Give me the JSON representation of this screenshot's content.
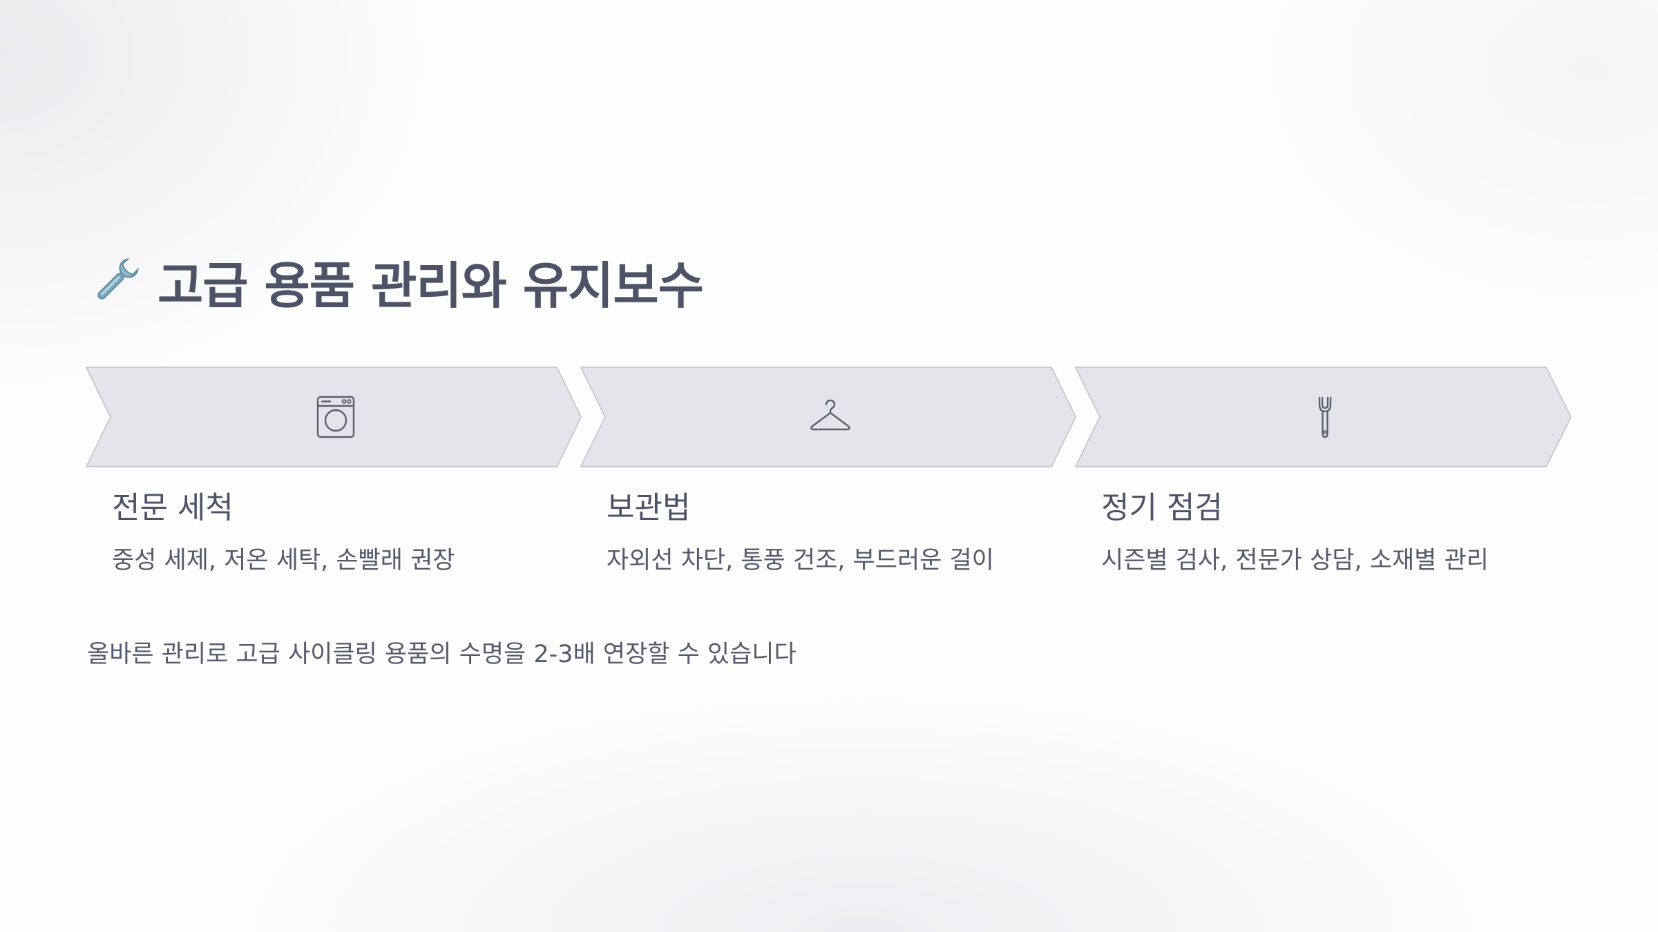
{
  "title": {
    "icon": "wrench-icon",
    "text": "고급 용품 관리와 유지보수"
  },
  "steps": [
    {
      "icon": "washing-machine-icon",
      "title": "전문 세척",
      "desc": "중성 세제, 저온 세탁, 손빨래 권장"
    },
    {
      "icon": "hanger-icon",
      "title": "보관법",
      "desc": "자외선 차단, 통풍 건조, 부드러운 걸이"
    },
    {
      "icon": "wrench-icon",
      "title": "정기 점검",
      "desc": "시즌별 검사, 전문가 상담, 소재별 관리"
    }
  ],
  "footer": {
    "text": "올바른 관리로 고급 사이클링 용품의 수명을 2-3배 연장할 수 있습니다"
  },
  "colors": {
    "chevron_fill": "#e4e5ea",
    "chevron_stroke": "#c9cad1",
    "icon_stroke": "#5a5f70",
    "text": "#4d5266"
  }
}
